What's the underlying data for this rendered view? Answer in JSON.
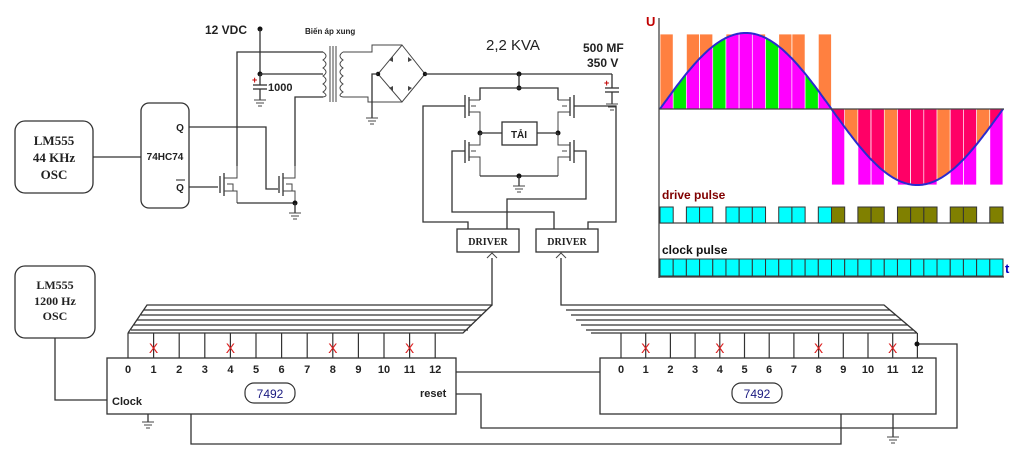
{
  "osc_top": {
    "line1": "LM555",
    "line2": "44 KHz",
    "line3": "OSC"
  },
  "flipflop": {
    "name": "74HC74",
    "q": "Q",
    "qbar": "Q"
  },
  "supply": {
    "voltage": "12 VDC",
    "cap": "1000",
    "cap_polarity": "+"
  },
  "transformer": {
    "label": "Biến áp xung"
  },
  "power": {
    "rating": "2,2 KVA",
    "cap_line1": "500 MF",
    "cap_line2": "350 V",
    "cap_polarity": "+"
  },
  "load": {
    "label": "TẢI"
  },
  "drivers": [
    {
      "label": "DRIVER"
    },
    {
      "label": "DRIVER"
    }
  ],
  "osc_bottom": {
    "line1": "LM555",
    "line2": "1200 Hz",
    "line3": "OSC"
  },
  "counters": [
    {
      "chip": "7492",
      "clock_label": "Clock",
      "reset_label": "reset",
      "pins": [
        "0",
        "1",
        "2",
        "3",
        "4",
        "5",
        "6",
        "7",
        "8",
        "9",
        "10",
        "11",
        "12"
      ],
      "excluded_pins": [
        1,
        4,
        8,
        11
      ],
      "exclude_mark": "X"
    },
    {
      "chip": "7492",
      "pins": [
        "0",
        "1",
        "2",
        "3",
        "4",
        "5",
        "6",
        "7",
        "8",
        "9",
        "10",
        "11",
        "12"
      ],
      "excluded_pins": [
        1,
        4,
        8,
        11
      ],
      "exclude_mark": "X"
    }
  ],
  "waveform": {
    "y_axis": "U",
    "t_axis": "t",
    "drive_label": "drive pulse",
    "clock_label": "clock pulse",
    "clock_cycles": 26,
    "drive_positive_slots": [
      0,
      2,
      3,
      5,
      6,
      7,
      9,
      10,
      12
    ],
    "drive_negative_slots": [
      13,
      15,
      16,
      18,
      19,
      20,
      22,
      23,
      25
    ],
    "colors": {
      "pos_pulse": "#ff8040",
      "pos_fill_a": "#ff00ff",
      "pos_fill_b": "#00ee00",
      "neg_pulse": "#ff00ff",
      "neg_fill_a": "#ff0066",
      "neg_fill_b": "#ff8040",
      "sine": "#2a2ad0",
      "drive_pos": "#00ffff",
      "drive_neg": "#808000",
      "clock": "#00ffff",
      "label_drive": "#800000",
      "label_U": "#c00000",
      "label_t": "#0000c0",
      "exclude": "#dd2020",
      "chip_text": "#1a1a80"
    }
  }
}
